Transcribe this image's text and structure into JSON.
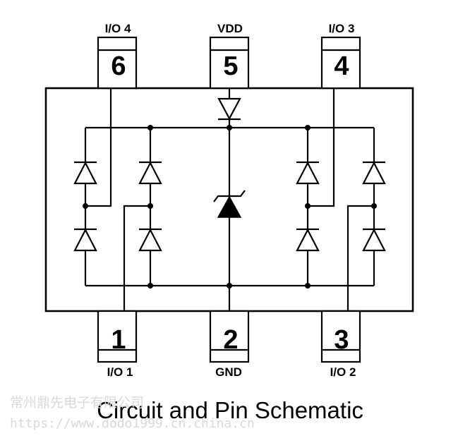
{
  "pins": [
    {
      "number": "6",
      "label": "I/O 4"
    },
    {
      "number": "5",
      "label": "VDD"
    },
    {
      "number": "4",
      "label": "I/O 3"
    },
    {
      "number": "1",
      "label": "I/O 1"
    },
    {
      "number": "2",
      "label": "GND"
    },
    {
      "number": "3",
      "label": "I/O 2"
    }
  ],
  "caption": "Circuit and Pin Schematic",
  "watermark": {
    "company": "常州鼎先电子有限公司",
    "url": "https://www.dodo1999.cn.china.cn"
  }
}
